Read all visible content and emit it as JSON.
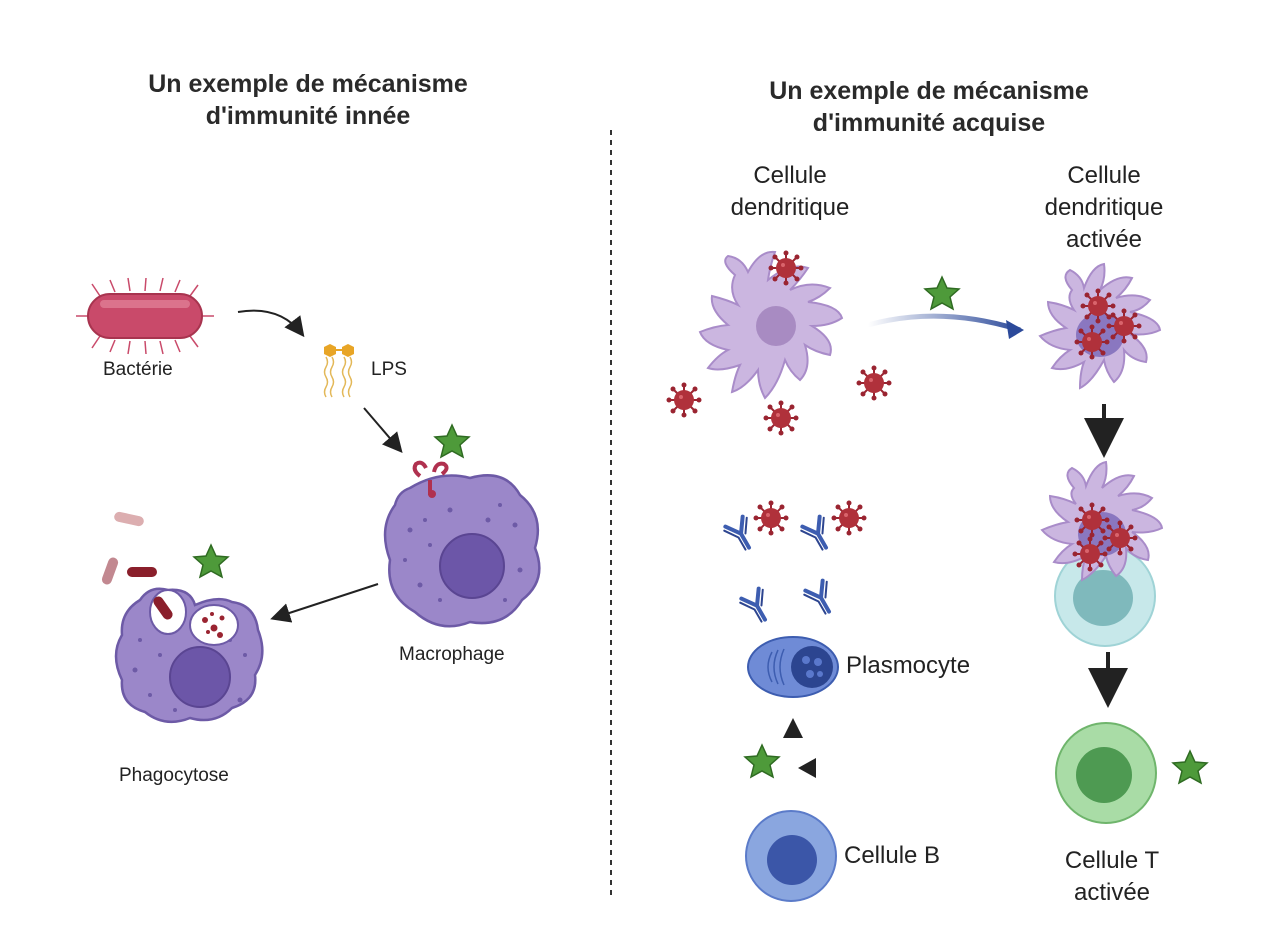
{
  "innate": {
    "title_line1": "Un exemple de mécanisme",
    "title_line2": "d'immunité innée",
    "labels": {
      "bacteria": "Bactérie",
      "lps": "LPS",
      "macrophage": "Macrophage",
      "phagocytosis": "Phagocytose"
    }
  },
  "acquired": {
    "title_line1": "Un exemple de mécanisme",
    "title_line2": "d'immunité acquise",
    "labels": {
      "dendritic_1": "Cellule",
      "dendritic_2": "dendritique",
      "activated_dendritic_1": "Cellule",
      "activated_dendritic_2": "dendritique",
      "activated_dendritic_3": "activée",
      "plasmocyte": "Plasmocyte",
      "b_cell": "Cellule B",
      "t_cell_1": "Cellule T",
      "t_cell_2": "activée"
    }
  },
  "colors": {
    "macrophage": "#9b87c9",
    "dendritic": "#cbb6e0",
    "virus": "#b0313b",
    "star": "#4e9a3a",
    "antibody": "#3d5db0",
    "b_cell": "#8aa6df",
    "t_cell": "#8bc98a",
    "bacteria": "#c94a6a"
  }
}
